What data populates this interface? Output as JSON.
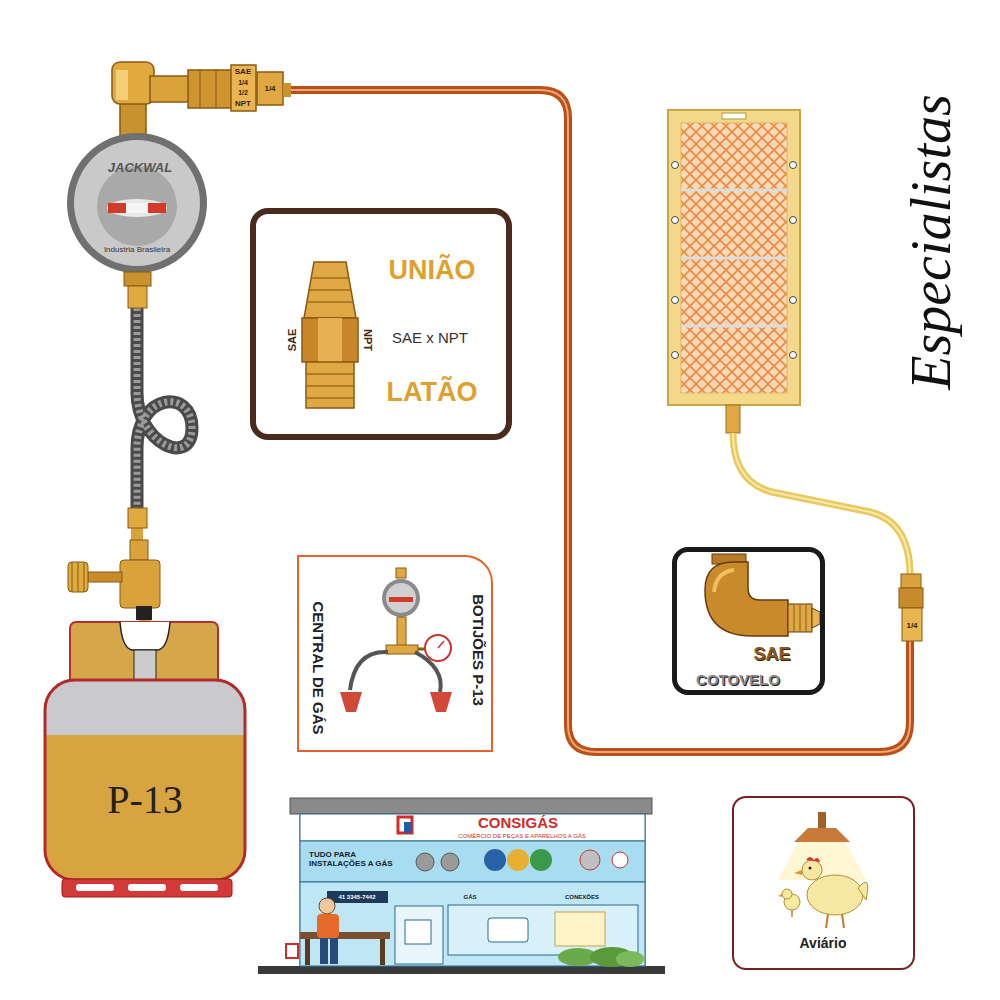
{
  "diagram": {
    "nodes": [
      {
        "text": [
          "JACKWAL",
          "Industria Brasileira"
        ]
      },
      {
        "text": [
          "UNIÃO",
          "SAE x NPT",
          "LATÃO",
          "SAE",
          "NPT"
        ]
      },
      {
        "text": [
          "SAE",
          "COTOVELO"
        ]
      },
      {
        "text": [
          "BOTIJÕES P-13",
          "CENTRAL DE GÁS"
        ]
      },
      {
        "text": [
          "P-13"
        ]
      },
      {
        "text": [
          "CONSIGÁS",
          "COMÉRCIO DE PEÇAS E APARELHOS A GÁS",
          "TUDO PARA INSTALAÇÕES A GÁS",
          "41 3345-7442",
          "GÁS",
          "CONEXÕES"
        ]
      },
      {
        "text": [
          "Aviário"
        ]
      }
    ],
    "edges": [
      {
        "from": 0,
        "to": 4,
        "arrow": "none"
      }
    ],
    "labels": [
      "SAE",
      "1/4",
      "1/2",
      "NPT",
      "1/4",
      "1/4",
      "Especialistas"
    ]
  }
}
